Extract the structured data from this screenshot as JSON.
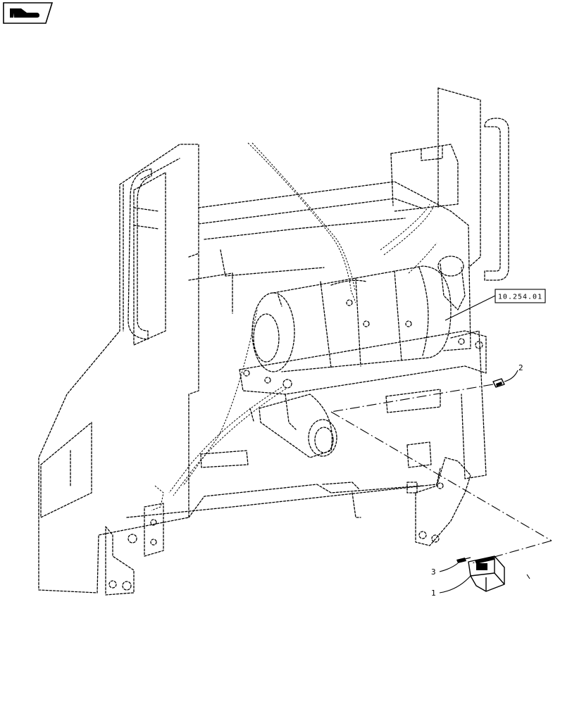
{
  "reference_box": {
    "label": "10.254.01"
  },
  "callouts": [
    {
      "id": "callout-1",
      "label": "1"
    },
    {
      "id": "callout-2",
      "label": "2"
    },
    {
      "id": "callout-3",
      "label": "3"
    }
  ],
  "icons": {
    "corner": "hand-pointing-icon"
  }
}
